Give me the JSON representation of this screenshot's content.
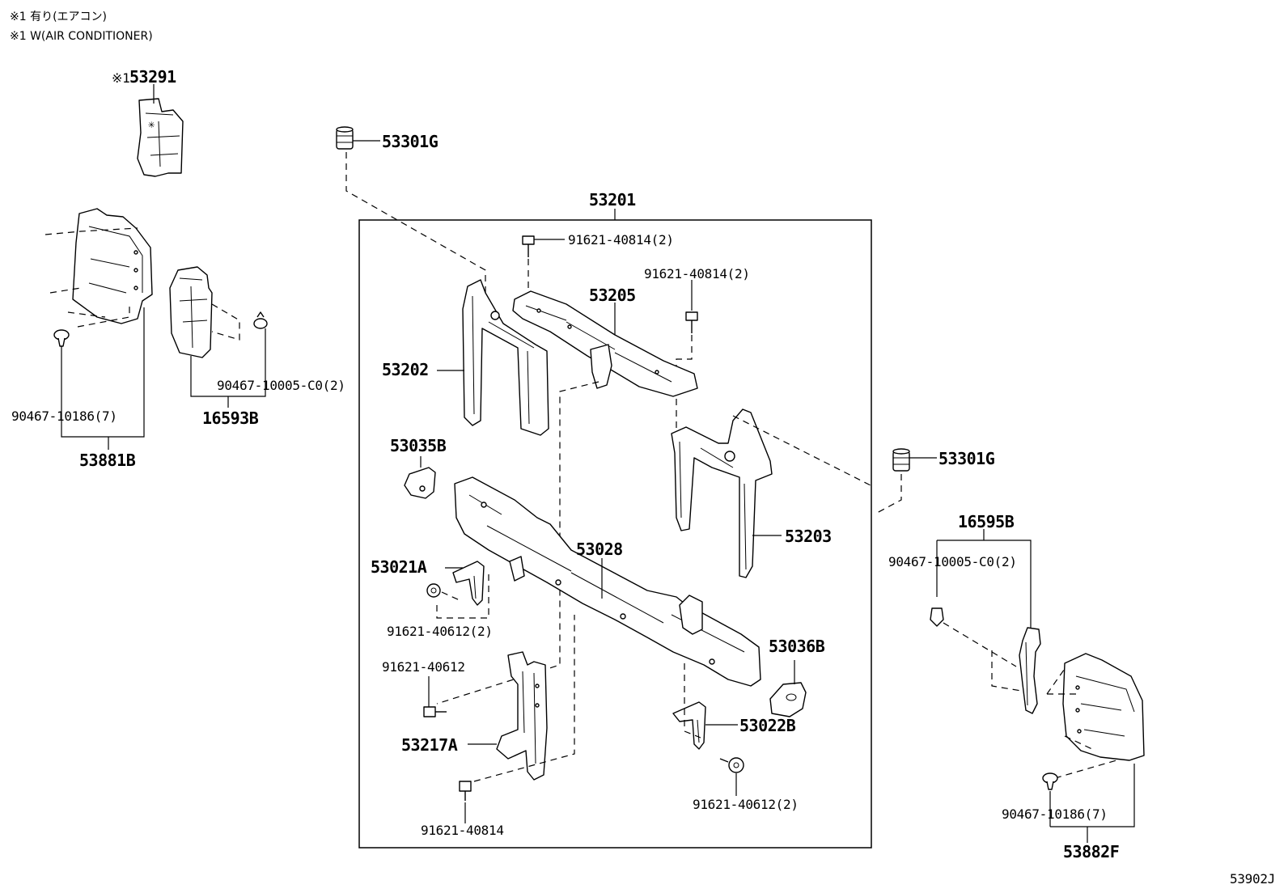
{
  "notes": {
    "line_jp": "※1 有り(エアコン)",
    "line_en": "※1 W(AIR CONDITIONER)"
  },
  "labels": {
    "p53291_mark": "※1",
    "p53291": "53291",
    "p53301G_top": "53301G",
    "p53201": "53201",
    "p91621_40814_2a": "91621-40814(2)",
    "p91621_40814_2b": "91621-40814(2)",
    "p53205": "53205",
    "p53202": "53202",
    "p90467_10005_left": "90467-10005-C0(2)",
    "p90467_10186_left": "90467-10186(7)",
    "p16593B": "16593B",
    "p53881B": "53881B",
    "p53035B": "53035B",
    "p53028": "53028",
    "p53203": "53203",
    "p53021A": "53021A",
    "p91621_40612_2a": "91621-40612(2)",
    "p91621_40612": "91621-40612",
    "p53036B": "53036B",
    "p53022B": "53022B",
    "p53217A": "53217A",
    "p91621_40612_2b": "91621-40612(2)",
    "p91621_40814": "91621-40814",
    "p53301G_right": "53301G",
    "p16595B": "16595B",
    "p90467_10005_right": "90467-10005-C0(2)",
    "p90467_10186_right": "90467-10186(7)",
    "p53882F": "53882F",
    "diagram_code": "53902J"
  }
}
